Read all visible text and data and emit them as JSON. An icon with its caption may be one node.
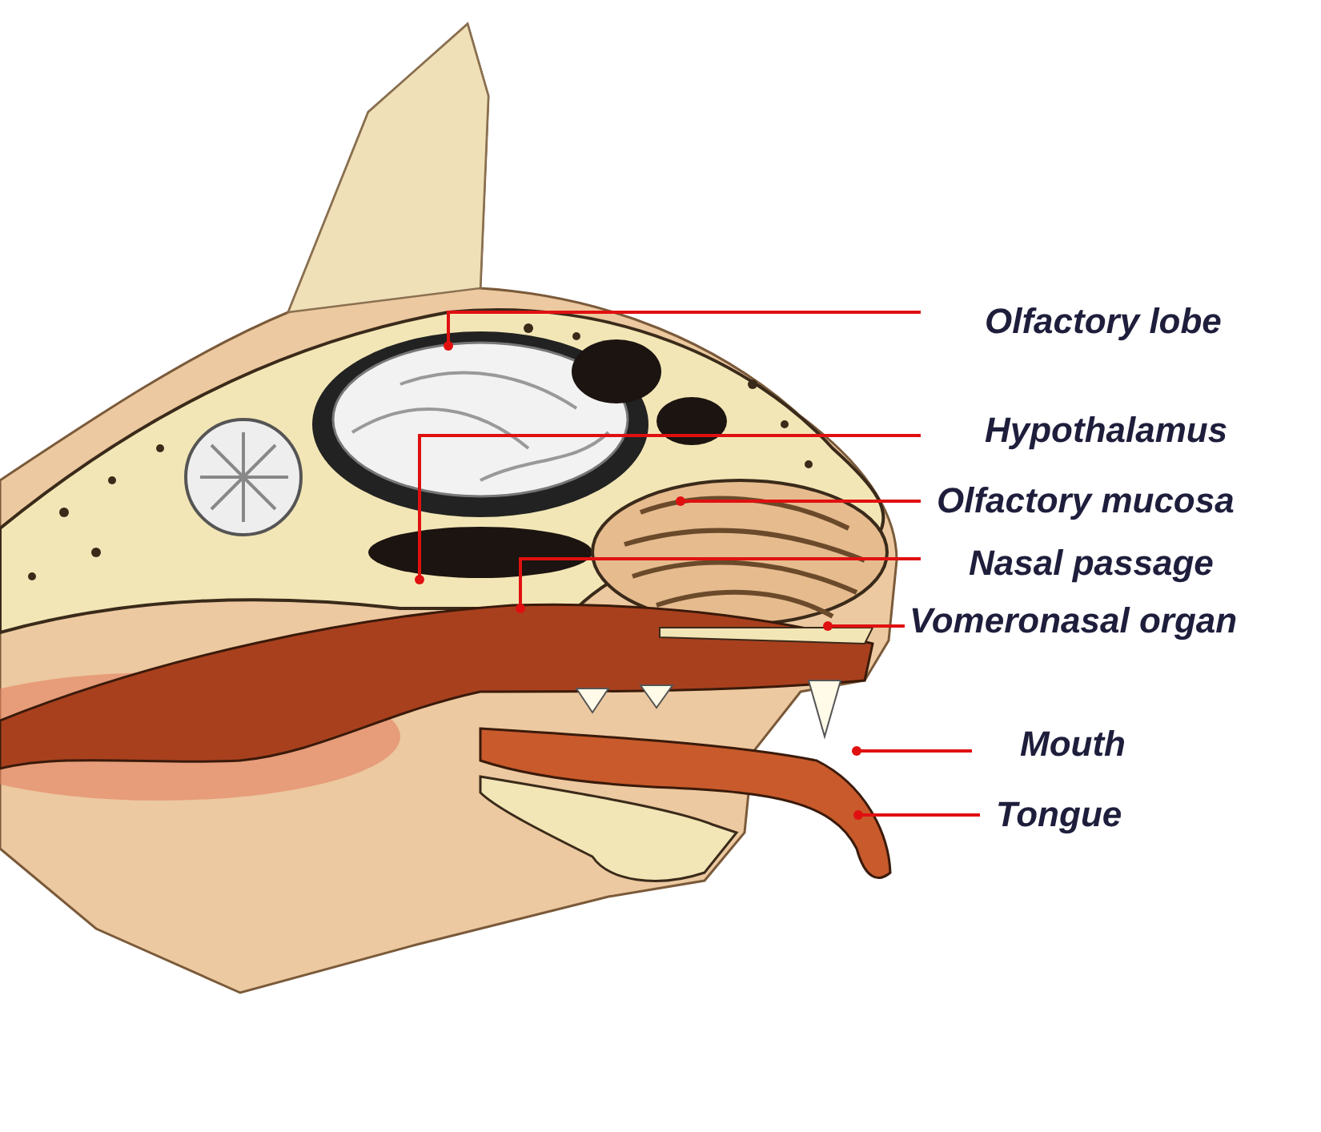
{
  "diagram": {
    "nodes": [
      {
        "text": [
          "Olfactory lobe"
        ]
      },
      {
        "text": [
          "Hypothalamus"
        ]
      },
      {
        "text": [
          "Olfactory mucosa"
        ]
      },
      {
        "text": [
          "Nasal passage"
        ]
      },
      {
        "text": [
          "Vomeronasal organ"
        ]
      },
      {
        "text": [
          "Mouth"
        ]
      },
      {
        "text": [
          "Tongue"
        ]
      }
    ],
    "edges": [
      {
        "from": 0,
        "to": null,
        "arrow": "other"
      },
      {
        "from": 1,
        "to": null,
        "arrow": "other"
      },
      {
        "from": 2,
        "to": null,
        "arrow": "other"
      },
      {
        "from": 3,
        "to": null,
        "arrow": "other"
      },
      {
        "from": 4,
        "to": null,
        "arrow": "other"
      },
      {
        "from": 5,
        "to": null,
        "arrow": "other"
      },
      {
        "from": 6,
        "to": null,
        "arrow": "other"
      }
    ]
  }
}
